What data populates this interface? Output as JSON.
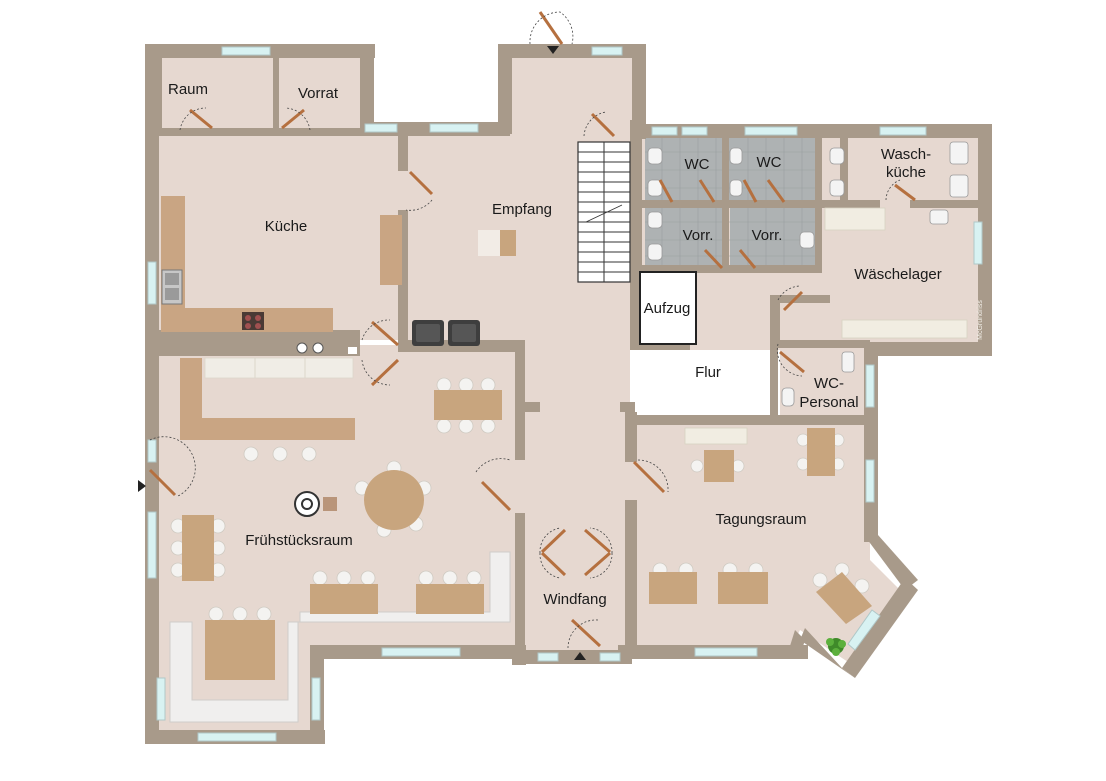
{
  "rooms": {
    "raum": "Raum",
    "vorrat": "Vorrat",
    "kueche": "Küche",
    "empfang": "Empfang",
    "wc1": "WC",
    "wc2": "WC",
    "waschkueche_1": "Wasch-",
    "waschkueche_2": "küche",
    "vorr1": "Vorr.",
    "vorr2": "Vorr.",
    "waeschelager": "Wäschelager",
    "aufzug": "Aufzug",
    "flur": "Flur",
    "wc_personal_1": "WC-",
    "wc_personal_2": "Personal",
    "fruehstuecksraum": "Frühstücksraum",
    "tagungsraum": "Tagungsraum",
    "windfang": "Windfang"
  },
  "watermark": "McGrundriss",
  "colors": {
    "wall": "#a89a8a",
    "floor": "#e6d8d0",
    "tile": "#aeb2b3",
    "window": "#d8f2f2",
    "table": "#c8a57e",
    "counter": "#c9a583",
    "door": "#b5703f",
    "sofa": "#f0efee"
  }
}
